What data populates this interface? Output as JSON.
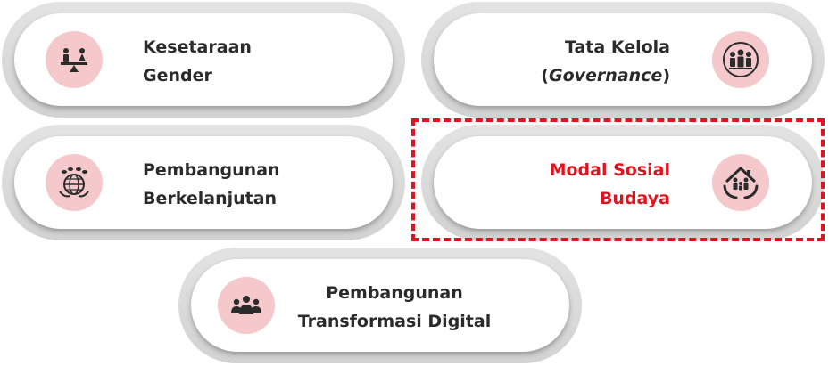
{
  "items": [
    {
      "line1": "Kesetaraan",
      "line2": "Gender",
      "icon": "balance-scale-icon"
    },
    {
      "line1": "Tata Kelola",
      "line2_prefix": "(",
      "line2_italic": "Governance",
      "line2_suffix": ")",
      "icon": "group-people-icon"
    },
    {
      "line1": "Pembangunan",
      "line2": "Berkelanjutan",
      "icon": "globe-leaves-icon"
    },
    {
      "line1": "Modal Sosial",
      "line2": "Budaya",
      "icon": "house-family-hands-icon",
      "highlighted": true
    },
    {
      "line1": "Pembangunan",
      "line2": "Transformasi Digital",
      "icon": "community-people-icon"
    }
  ],
  "colors": {
    "accent_red": "#e0141e",
    "icon_bg": "#f5c9cc",
    "text": "#2b2b2b",
    "pill_outer": "#d9d9d9"
  }
}
